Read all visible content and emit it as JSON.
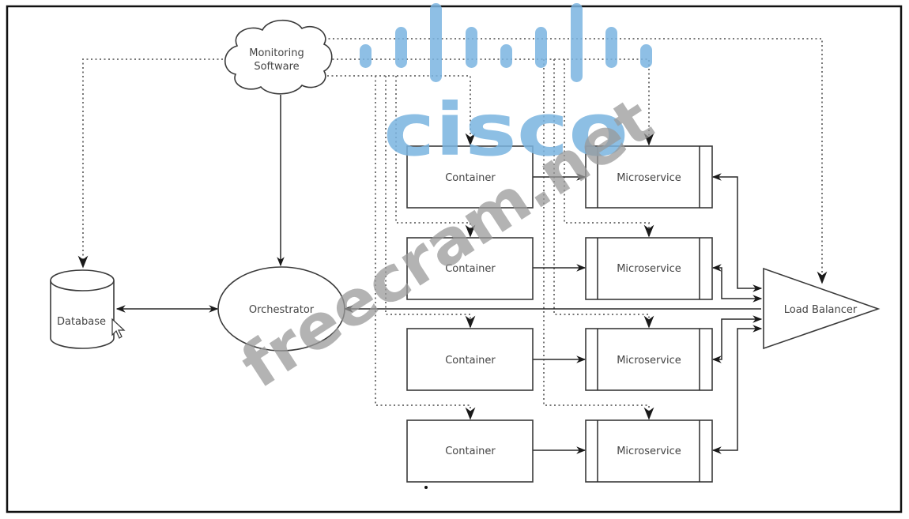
{
  "diagram": {
    "nodes": {
      "monitoring": "Monitoring\nSoftware",
      "monitoring_line1": "Monitoring",
      "monitoring_line2": "Software",
      "database": "Database",
      "orchestrator": "Orchestrator",
      "load_balancer": "Load Balancer",
      "containers": [
        "Container",
        "Container",
        "Container",
        "Container"
      ],
      "microservices": [
        "Microservice",
        "Microservice",
        "Microservice",
        "Microservice"
      ]
    },
    "edges": [
      {
        "from": "Monitoring Software",
        "to": "Database",
        "style": "dotted"
      },
      {
        "from": "Monitoring Software",
        "to": "Orchestrator",
        "style": "solid"
      },
      {
        "from": "Monitoring Software",
        "to": "Container",
        "style": "dotted",
        "count": 4
      },
      {
        "from": "Monitoring Software",
        "to": "Microservice",
        "style": "dotted",
        "count": 4
      },
      {
        "from": "Monitoring Software",
        "to": "Load Balancer",
        "style": "dotted"
      },
      {
        "from": "Database",
        "to": "Orchestrator",
        "style": "solid",
        "bidirectional": true
      },
      {
        "from": "Load Balancer",
        "to": "Orchestrator",
        "style": "solid"
      },
      {
        "from": "Container",
        "to": "Microservice",
        "style": "solid",
        "count": 4
      },
      {
        "from": "Load Balancer",
        "to": "Microservice",
        "style": "solid",
        "bidirectional": true,
        "count": 4
      }
    ]
  },
  "watermarks": {
    "brand": "cisco",
    "site": "freecram.net"
  }
}
